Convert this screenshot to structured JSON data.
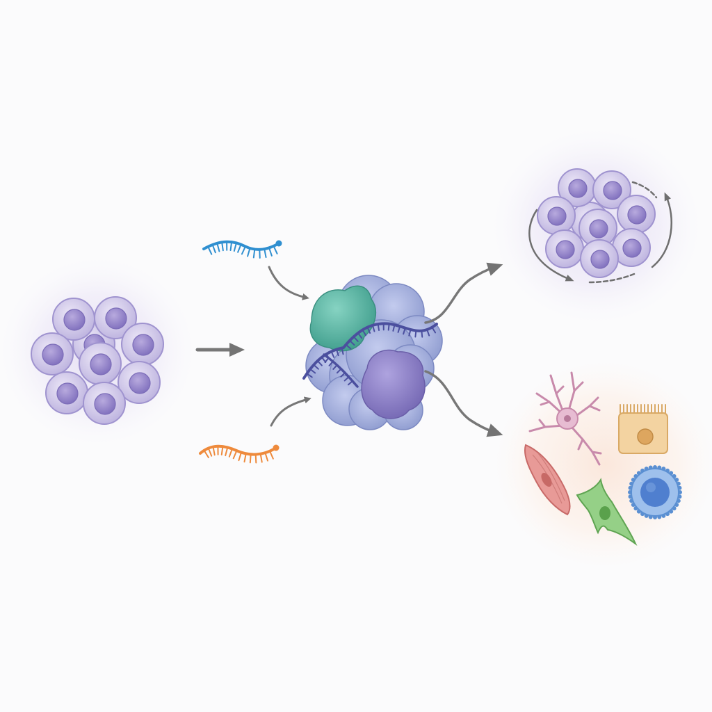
{
  "diagram": {
    "kind": "stem-cell-fate-schematic",
    "text_labels": [],
    "colors": {
      "background": "#fbfbfc",
      "stem_cell": "#cbc3e6",
      "stem_nucleus": "#9b8ccb",
      "complex_core": "#a6b2dc",
      "complex_teal": "#58b3a2",
      "complex_violet": "#8d80c4",
      "rna_blue": "#2f8fd0",
      "rna_orange": "#ee8a3c",
      "rna_bound": "#4b4f9e",
      "arrow": "#777777",
      "neuron": "#e4b6cc",
      "epithelial": "#f2cf96",
      "muscle": "#e58c8c",
      "fibroblast": "#8fcc82",
      "immune": "#7ea9e1"
    },
    "nodes": [
      {
        "id": "stem-cell-cluster",
        "icon": "stem-cell-cluster-icon"
      },
      {
        "id": "rna-input-blue",
        "icon": "rna-strand-icon"
      },
      {
        "id": "rna-input-orange",
        "icon": "rna-strand-icon"
      },
      {
        "id": "protein-rna-complex",
        "icon": "protein-complex-icon"
      },
      {
        "id": "self-renewal-cluster",
        "icon": "self-renewal-cycle-icon"
      },
      {
        "id": "differentiated-cells",
        "icon": "differentiated-cells-icon"
      }
    ],
    "edges": [
      {
        "from": "stem-cell-cluster",
        "to": "protein-rna-complex"
      },
      {
        "from": "rna-input-blue",
        "to": "protein-rna-complex"
      },
      {
        "from": "rna-input-orange",
        "to": "protein-rna-complex"
      },
      {
        "from": "protein-rna-complex",
        "to": "self-renewal-cluster"
      },
      {
        "from": "protein-rna-complex",
        "to": "differentiated-cells"
      }
    ]
  }
}
